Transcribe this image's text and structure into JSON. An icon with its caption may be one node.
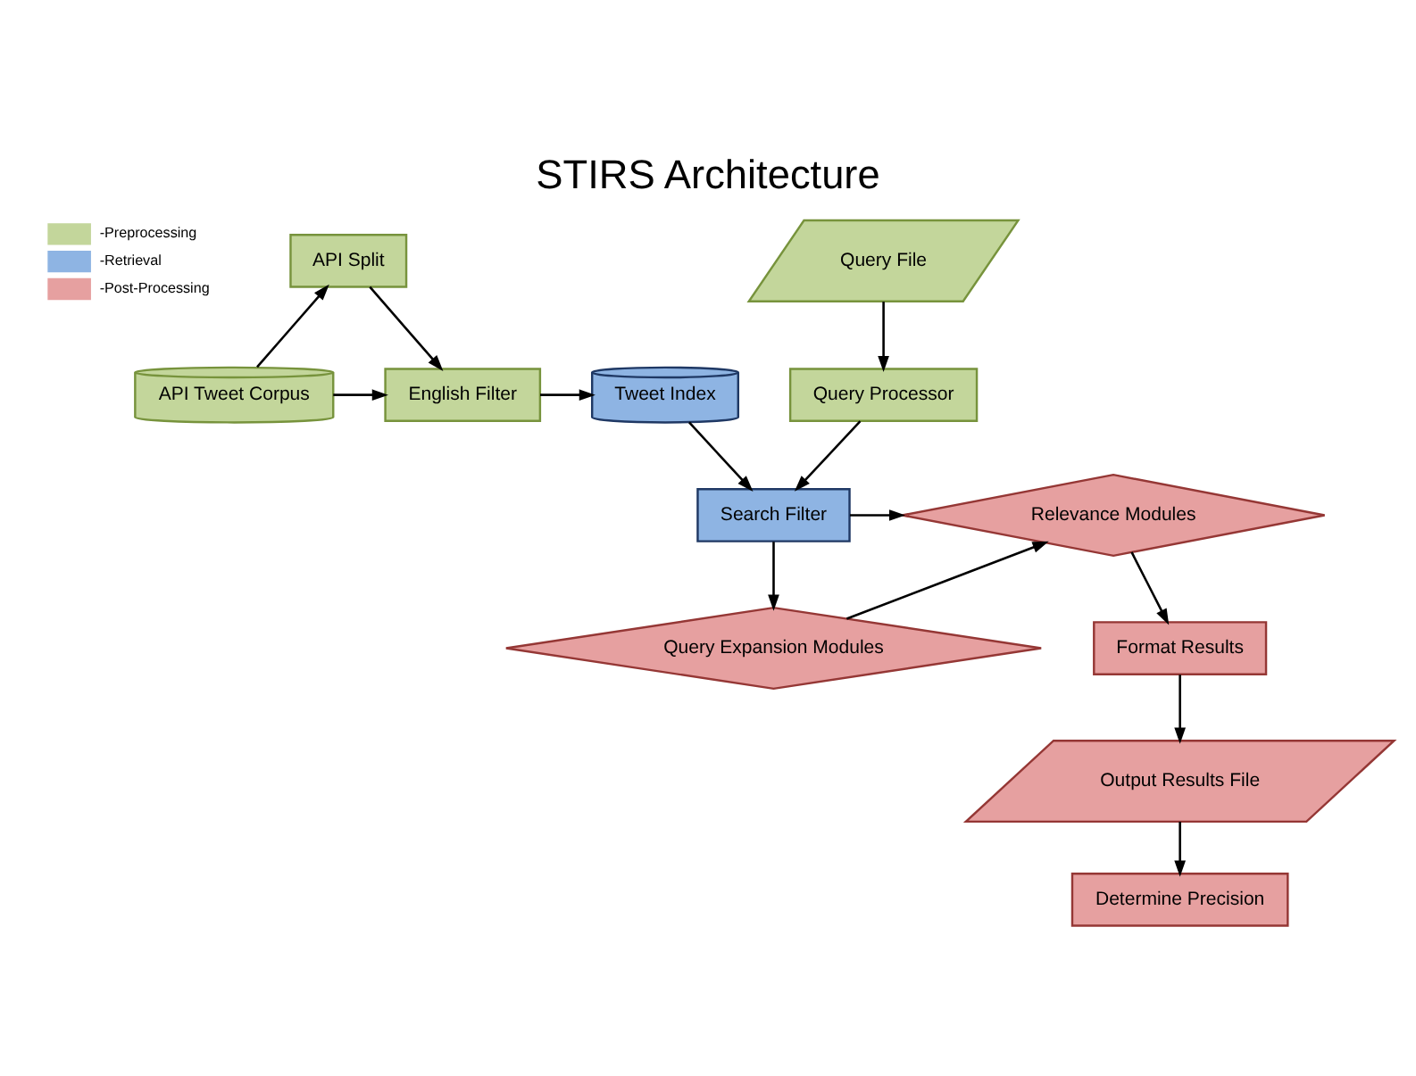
{
  "diagram": {
    "title": "STIRS Architecture",
    "nodes": [
      {
        "text": [
          "API Split"
        ]
      },
      {
        "text": [
          "Query File"
        ]
      },
      {
        "text": [
          "API Tweet Corpus"
        ]
      },
      {
        "text": [
          "English Filter"
        ]
      },
      {
        "text": [
          "Tweet Index"
        ]
      },
      {
        "text": [
          "Query Processor"
        ]
      },
      {
        "text": [
          "Relevance Modules"
        ]
      },
      {
        "text": [
          "Search Filter"
        ]
      },
      {
        "text": [
          "Format Results"
        ]
      },
      {
        "text": [
          "Query Expansion Modules"
        ]
      },
      {
        "text": [
          "Output Results File"
        ]
      },
      {
        "text": [
          "Determine Precision"
        ]
      }
    ],
    "edges": [
      {
        "from": 2,
        "to": 3,
        "arrow": "to"
      },
      {
        "from": 2,
        "to": 0,
        "arrow": "to"
      },
      {
        "from": 0,
        "to": 3,
        "arrow": "to"
      },
      {
        "from": 3,
        "to": 4,
        "arrow": "to"
      },
      {
        "from": 1,
        "to": 5,
        "arrow": "to"
      },
      {
        "from": 4,
        "to": 7,
        "arrow": "to"
      },
      {
        "from": 5,
        "to": 7,
        "arrow": "to"
      },
      {
        "from": 7,
        "to": 6,
        "arrow": "to"
      },
      {
        "from": 7,
        "to": 9,
        "arrow": "to"
      },
      {
        "from": 9,
        "to": 6,
        "arrow": "to"
      },
      {
        "from": 6,
        "to": 8,
        "arrow": "to"
      },
      {
        "from": 8,
        "to": 10,
        "arrow": "to"
      },
      {
        "from": 10,
        "to": 11,
        "arrow": "to"
      }
    ],
    "legend": [
      {
        "text": "-Preprocessing",
        "color": "#c3d69b"
      },
      {
        "text": "-Retrieval",
        "color": "#8eb4e3"
      },
      {
        "text": "-Post-Processing",
        "color": "#e6a0a0"
      }
    ]
  }
}
